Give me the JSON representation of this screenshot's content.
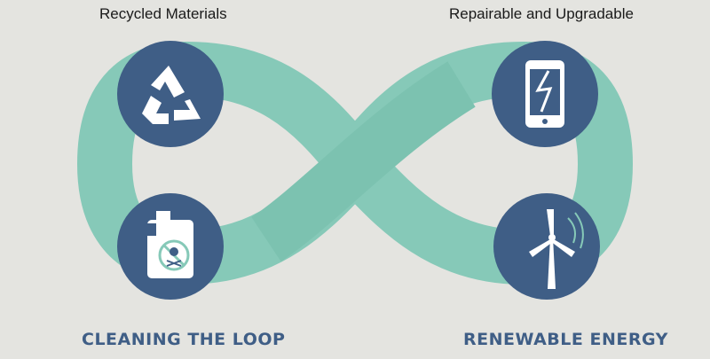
{
  "labels": {
    "top_left": "Recycled Materials",
    "top_right": "Repairable and Upgradable",
    "bottom_left": "CLEANING THE LOOP",
    "bottom_right": "RENEWABLE ENERGY"
  },
  "icons": {
    "top_left": "recycle-icon",
    "top_right": "broken-phone-icon",
    "bottom_left": "toxic-canister-icon",
    "bottom_right": "wind-turbine-icon"
  },
  "colors": {
    "background": "#e4e4e0",
    "loop": "#86c9b8",
    "loop_shadow": "#74b8a6",
    "circle": "#3f5e86",
    "icon": "#ffffff",
    "bottom_label": "#3f5e86"
  }
}
